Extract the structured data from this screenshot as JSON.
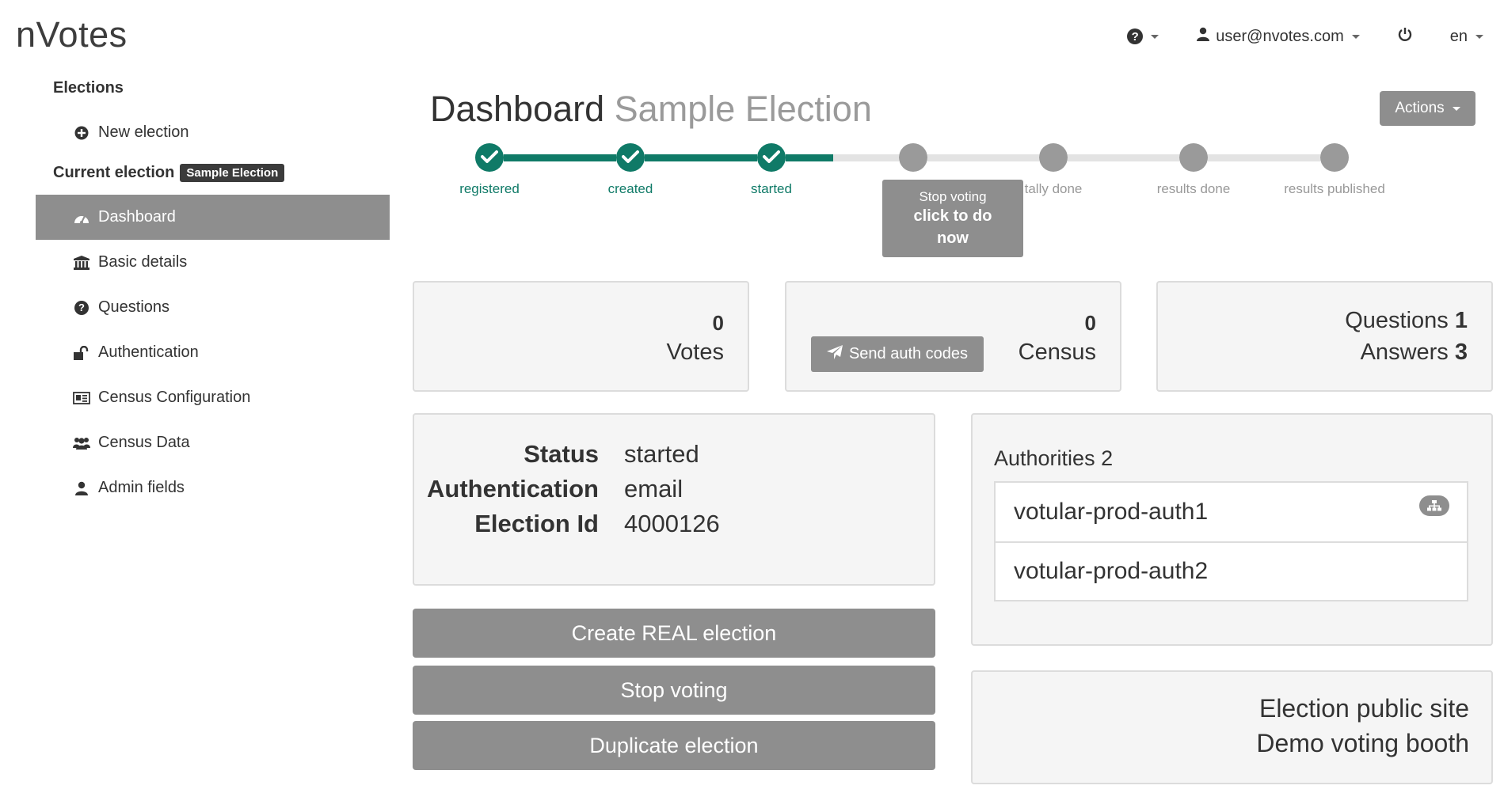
{
  "app": {
    "logo": "nVotes"
  },
  "topnav": {
    "help_icon": "question-circle-icon",
    "user_email": "user@nvotes.com",
    "power_icon": "power-icon",
    "language": "en"
  },
  "sidebar": {
    "elections_heading": "Elections",
    "new_election": "New election",
    "current_election_label": "Current election",
    "current_election_badge": "Sample Election",
    "items": [
      {
        "label": "Dashboard",
        "icon": "dashboard-icon",
        "active": true
      },
      {
        "label": "Basic details",
        "icon": "institution-icon"
      },
      {
        "label": "Questions",
        "icon": "question-circle-icon"
      },
      {
        "label": "Authentication",
        "icon": "unlock-icon"
      },
      {
        "label": "Census Configuration",
        "icon": "id-card-icon"
      },
      {
        "label": "Census Data",
        "icon": "users-icon"
      },
      {
        "label": "Admin fields",
        "icon": "user-icon"
      }
    ]
  },
  "header": {
    "title": "Dashboard",
    "subtitle": "Sample Election",
    "actions_label": "Actions"
  },
  "progress": {
    "steps": [
      {
        "label": "registered",
        "done": true
      },
      {
        "label": "created",
        "done": true
      },
      {
        "label": "started",
        "done": true
      },
      {
        "label": "",
        "done": false
      },
      {
        "label": "tally done",
        "done": false
      },
      {
        "label": "results done",
        "done": false
      },
      {
        "label": "results published",
        "done": false
      }
    ],
    "next_action_line1": "Stop voting",
    "next_action_line2": "click to do",
    "next_action_line3": "now"
  },
  "stats": {
    "votes_count": "0",
    "votes_label": "Votes",
    "census_count": "0",
    "census_label": "Census",
    "send_auth_codes": "Send auth codes",
    "questions_label": "Questions",
    "questions_count": "1",
    "answers_label": "Answers",
    "answers_count": "3"
  },
  "info": {
    "status_key": "Status",
    "status_val": "started",
    "auth_key": "Authentication",
    "auth_val": "email",
    "id_key": "Election Id",
    "id_val": "4000126"
  },
  "buttons": {
    "create_real": "Create REAL election",
    "stop_voting": "Stop voting",
    "duplicate": "Duplicate election"
  },
  "authorities": {
    "title": "Authorities 2",
    "items": [
      "votular-prod-auth1",
      "votular-prod-auth2"
    ]
  },
  "links": {
    "public_site": "Election public site",
    "demo_booth": "Demo voting booth"
  },
  "colors": {
    "accent": "#0f7a67",
    "button_gray": "#8e8e8e",
    "card_bg": "#f5f5f5"
  }
}
